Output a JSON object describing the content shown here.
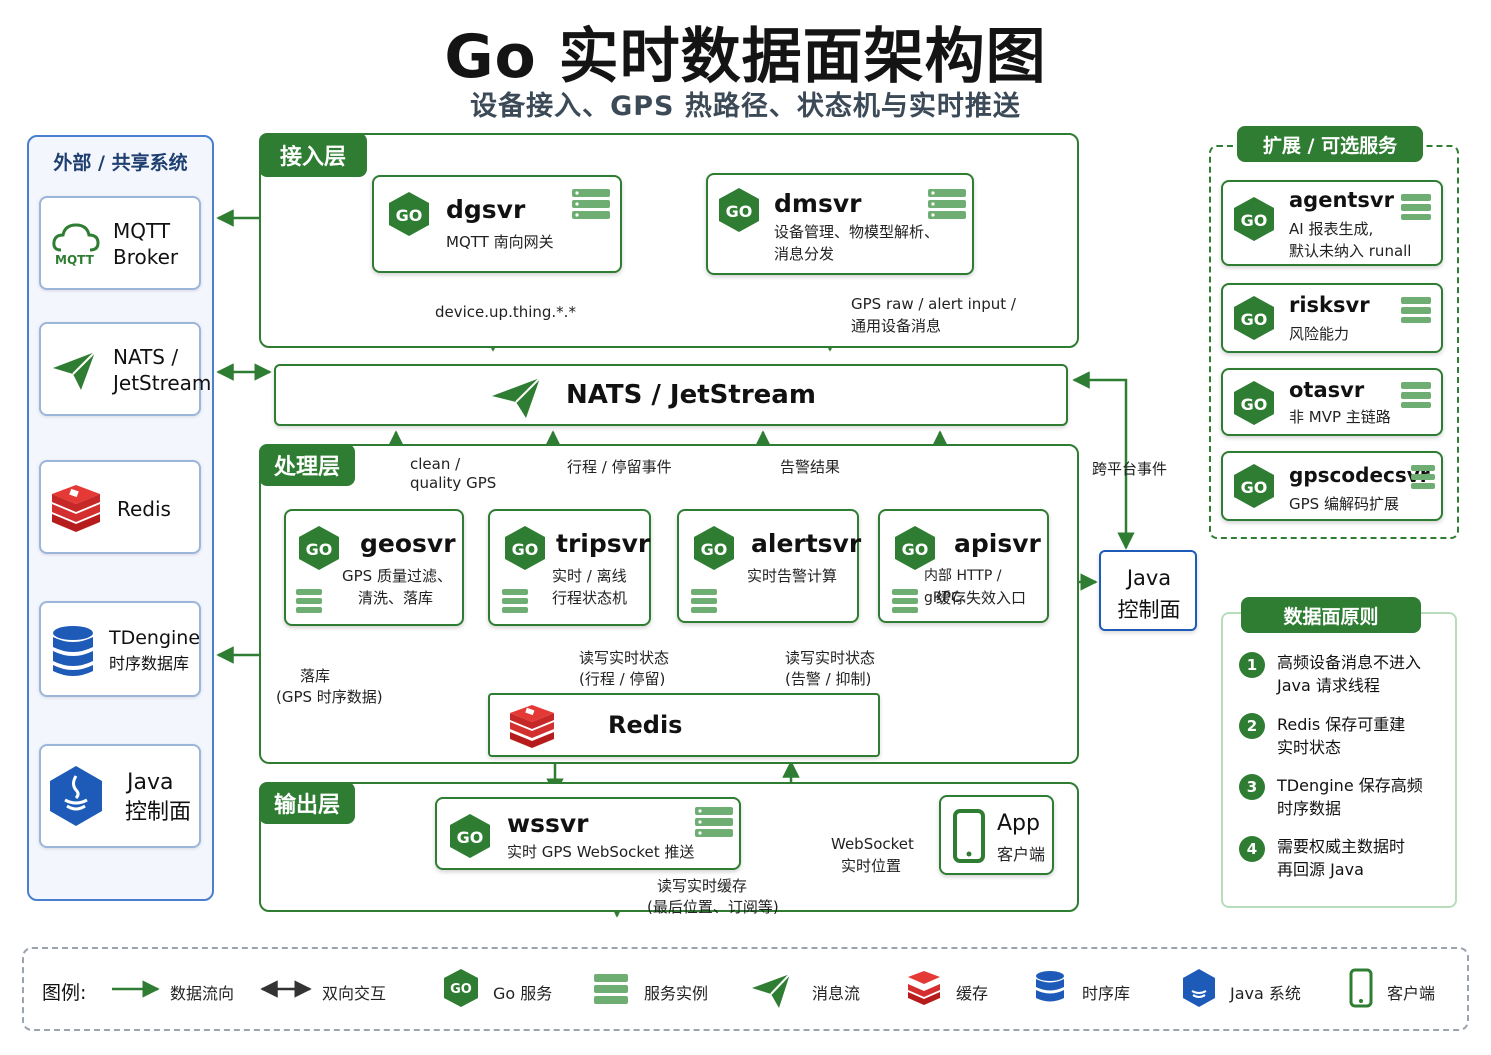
{
  "header": {
    "title": "Go 实时数据面架构图",
    "subtitle": "设备接入、GPS 热路径、状态机与实时推送"
  },
  "external": {
    "title": "外部 / 共享系统",
    "mqtt": {
      "icon_text": "MQTT",
      "line1": "MQTT",
      "line2": "Broker"
    },
    "nats": {
      "line1": "NATS /",
      "line2": "JetStream"
    },
    "redis": {
      "label": "Redis"
    },
    "tdengine": {
      "line1": "TDengine",
      "line2": "时序数据库"
    },
    "java": {
      "line1": "Java",
      "line2": "控制面"
    }
  },
  "access_layer": {
    "tag": "接入层",
    "dgsvr": {
      "name": "dgsvr",
      "desc": "MQTT 南向网关"
    },
    "dmsvr": {
      "name": "dmsvr",
      "desc1": "设备管理、物模型解析、",
      "desc2": "消息分发"
    }
  },
  "nats_bar": {
    "label": "NATS / JetStream"
  },
  "processing_layer": {
    "tag": "处理层",
    "geosvr": {
      "name": "geosvr",
      "desc1": "GPS 质量过滤、",
      "desc2": "清洗、落库"
    },
    "tripsvr": {
      "name": "tripsvr",
      "desc1": "实时 / 离线",
      "desc2": "行程状态机"
    },
    "alertsvr": {
      "name": "alertsvr",
      "desc1": "实时告警计算"
    },
    "apisvr": {
      "name": "apisvr",
      "desc1": "内部 HTTP / gRPC、",
      "desc2": "缓存失效入口"
    },
    "redis": {
      "label": "Redis"
    }
  },
  "output_layer": {
    "tag": "输出层",
    "wssvr": {
      "name": "wssvr",
      "desc": "实时 GPS WebSocket 推送"
    },
    "app": {
      "line1": "App",
      "line2": "客户端"
    }
  },
  "java_control": {
    "line1": "Java",
    "line2": "控制面"
  },
  "flow_labels": {
    "device_up": "device.up.thing.*.*",
    "gps_raw1": "GPS raw / alert input /",
    "gps_raw2": "通用设备消息",
    "clean1": "clean /",
    "clean2": "quality GPS",
    "trip_events": "行程 / 停留事件",
    "alert_result": "告警结果",
    "cross_platform": "跨平台事件",
    "store1": "落库",
    "store2": "(GPS 时序数据)",
    "rw_trip1": "读写实时状态",
    "rw_trip2": "(行程 / 停留)",
    "rw_alert1": "读写实时状态",
    "rw_alert2": "(告警 / 抑制)",
    "ws_pos1": "WebSocket",
    "ws_pos2": "实时位置",
    "rw_cache1": "读写实时缓存",
    "rw_cache2": "(最后位置、订阅等)"
  },
  "extensions": {
    "title": "扩展 / 可选服务",
    "items": [
      {
        "name": "agentsvr",
        "desc1": "AI 报表生成,",
        "desc2": "默认未纳入 runall"
      },
      {
        "name": "risksvr",
        "desc1": "风险能力",
        "desc2": ""
      },
      {
        "name": "otasvr",
        "desc1": "非 MVP 主链路",
        "desc2": ""
      },
      {
        "name": "gpscodecsvr",
        "desc1": "GPS 编解码扩展",
        "desc2": ""
      }
    ]
  },
  "principles": {
    "title": "数据面原则",
    "items": [
      {
        "num": "1",
        "line1": "高频设备消息不进入",
        "line2": "Java 请求线程"
      },
      {
        "num": "2",
        "line1": "Redis 保存可重建",
        "line2": "实时状态"
      },
      {
        "num": "3",
        "line1": "TDengine 保存高频",
        "line2": "时序数据"
      },
      {
        "num": "4",
        "line1": "需要权威主数据时",
        "line2": "再回源 Java"
      }
    ]
  },
  "legend": {
    "title": "图例:",
    "items": [
      "数据流向",
      "双向交互",
      "Go 服务",
      "服务实例",
      "消息流",
      "缓存",
      "时序库",
      "Java 系统",
      "客户端"
    ]
  },
  "colors": {
    "green": "#2e7d32",
    "blue": "#1e5bb8",
    "red": "#d32f2f",
    "border_blue": "#9bb6d8"
  }
}
